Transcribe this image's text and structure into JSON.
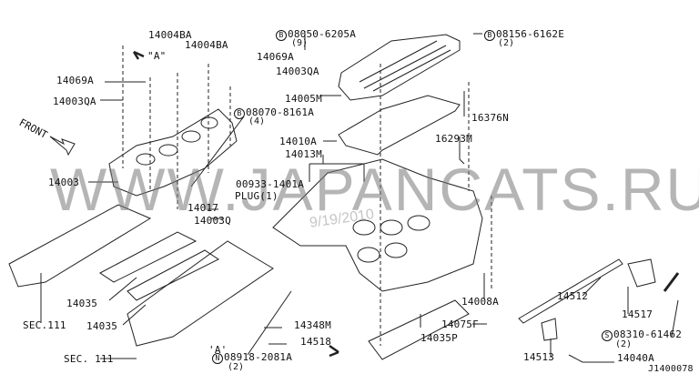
{
  "watermark": "WWW.JAPANCATS.RU",
  "date_stamp": "9/19/2010",
  "front_label": "FRONT",
  "view_a": "\"A\"",
  "view_a_bottom": "'A'",
  "diagram_id": "J1400078",
  "labels": {
    "p14004BA_1": "14004BA",
    "p14004BA_2": "14004BA",
    "p14069A_r": "14069A",
    "p14003QA_r": "14003QA",
    "p14069A_l": "14069A",
    "p14003QA_l": "14003QA",
    "bolt_08050": "08050-6205A",
    "bolt_08050_qty": "(9)",
    "bolt_08156": "08156-6162E",
    "bolt_08156_qty": "(2)",
    "p14005M": "14005M",
    "bolt_08070": "08070-8161A",
    "bolt_08070_qty": "(4)",
    "p16376N": "16376N",
    "p14010A": "14010A",
    "p14013M": "14013M",
    "p16293M": "16293M",
    "p00933": "00933-1401A",
    "plug": "PLUG(1)",
    "p14017": "14017",
    "p14003Q": "14003Q",
    "p14003": "14003",
    "sec111_a": "SEC.111",
    "p14035_a": "14035",
    "p14035_b": "14035",
    "sec111_b": "SEC. 111",
    "p14348M": "14348M",
    "p14518": "14518",
    "nut_08918": "08918-2081A",
    "nut_08918_qty": "(2)",
    "p14035P": "14035P",
    "p14075F": "14075F",
    "p14008A": "14008A",
    "p14512": "14512",
    "p14517": "14517",
    "screw_08310": "08310-61462",
    "screw_08310_qty": "(2)",
    "p14513": "14513",
    "p14040A": "14040A"
  },
  "prefix": {
    "b": "B",
    "n": "N",
    "s": "S"
  }
}
